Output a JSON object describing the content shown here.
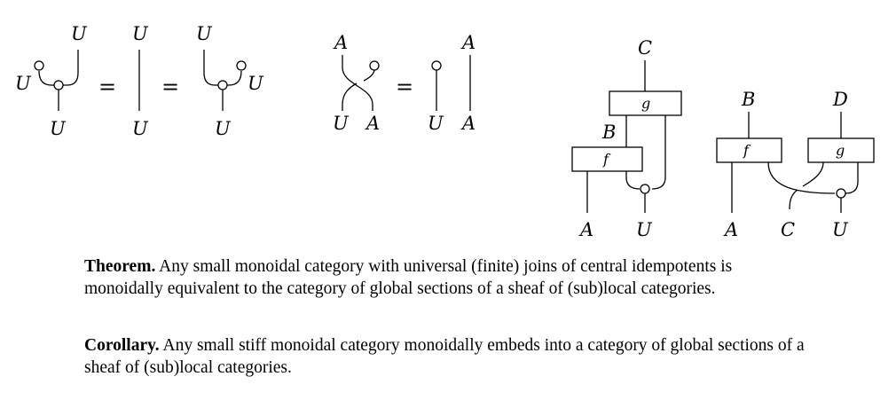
{
  "diagram1": {
    "labels": {
      "top_left": "U",
      "top_mid": "U",
      "top_right": "U",
      "left_side": "U",
      "right_side": "U",
      "bottom_left": "U",
      "bottom_mid": "U",
      "bottom_right": "U"
    },
    "equals": [
      "=",
      "="
    ]
  },
  "diagram2": {
    "labels": {
      "top_left": "A",
      "top_right": "A",
      "bottom_u": "U",
      "bottom_a": "A",
      "rhs_bottom_u": "U",
      "rhs_bottom_a": "A"
    },
    "equals": "="
  },
  "diagram3": {
    "labels": {
      "top_c": "C",
      "b": "B",
      "bottom_a": "A",
      "bottom_u": "U"
    },
    "boxes": {
      "g": "g",
      "f": "f"
    }
  },
  "diagram4": {
    "labels": {
      "top_b": "B",
      "top_d": "D",
      "bottom_a": "A",
      "bottom_c": "C",
      "bottom_u": "U"
    },
    "boxes": {
      "f": "f",
      "g": "g"
    }
  },
  "theorem": {
    "heading": "Theorem.",
    "body": "Any small monoidal category with universal (finite) joins of central idempotents is monoidally equivalent to the category of global sections of a sheaf of (sub)local categories."
  },
  "corollary": {
    "heading": "Corollary.",
    "body": "Any small stiff monoidal category monoidally embeds into a category of global sections of a sheaf of (sub)local categories."
  }
}
